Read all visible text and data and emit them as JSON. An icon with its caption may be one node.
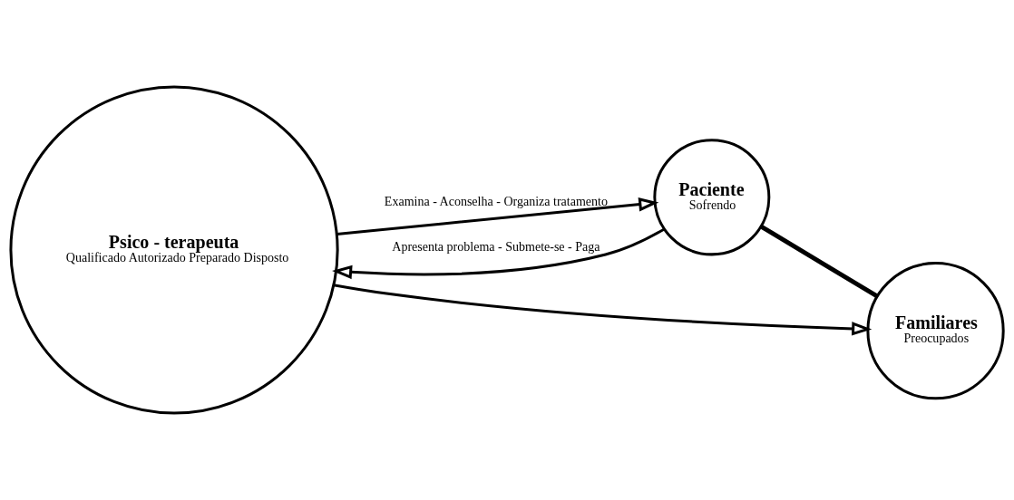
{
  "diagram": {
    "nodes": [
      {
        "text": [
          "Psico - terapeuta",
          "Qualificado Autorizado Preparado Disposto"
        ]
      },
      {
        "text": [
          "Paciente",
          "Sofrendo"
        ]
      },
      {
        "text": [
          "Familiares",
          "Preocupados"
        ]
      }
    ],
    "edges": [
      {
        "from": 0,
        "to": 1,
        "arrow": "to",
        "label": "Examina - Aconselha - Organiza tratamento"
      },
      {
        "from": 0,
        "to": 2,
        "arrow": "to"
      },
      {
        "from": 1,
        "to": 0,
        "arrow": "to",
        "label": "Apresenta problema - Submete-se - Paga"
      },
      {
        "from": 1,
        "to": 2,
        "arrow": "none"
      }
    ]
  }
}
